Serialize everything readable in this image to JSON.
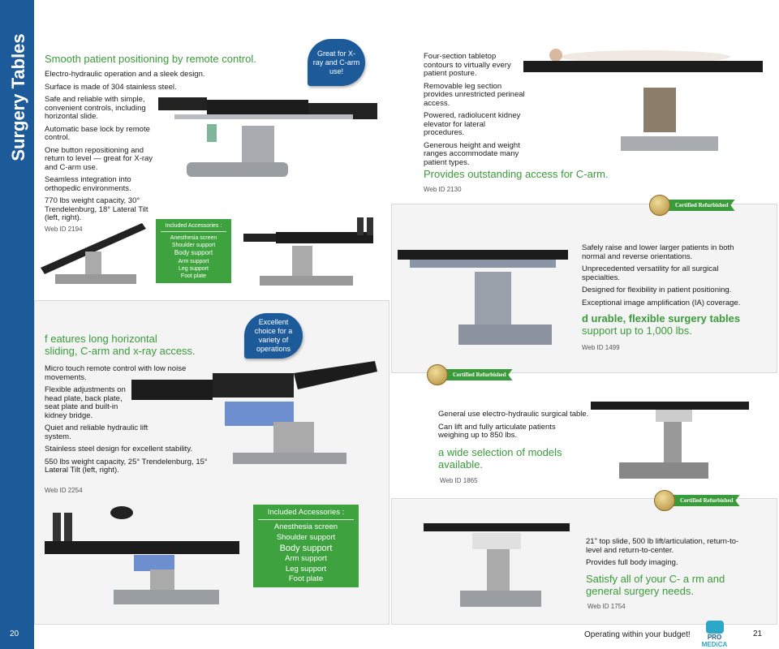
{
  "section_title": "Surgery Tables",
  "page_left": "20",
  "page_right": "21",
  "colors": {
    "brand_blue": "#1d5a9a",
    "accent_green": "#3a9b3a"
  },
  "p1": {
    "heading": "Smooth patient positioning by remote control.",
    "bullets": [
      "Electro-hydraulic operation and a sleek design.",
      "Surface is made of 304 stainless steel.",
      "Safe and reliable with simple, convenient controls, including horizontal slide.",
      "Automatic base lock by remote control.",
      "One button repositioning and return to level — great for X-ray and C-arm use.",
      "Seamless integration into orthopedic environments.",
      "770 lbs weight capacity, 30° Trendelenburg, 18° Lateral Tilt (left, right)."
    ],
    "web_id": "Web ID 2194",
    "bubble": "Great for X-ray and C-arm use!",
    "accessories": {
      "title": "Included Accessories   :",
      "items": [
        "Anesthesia screen",
        "Shoulder support",
        "Body support",
        "Arm support",
        "Leg support",
        "Foot plate"
      ]
    }
  },
  "p2": {
    "heading_line1": "f eatures long horizontal",
    "heading_line2": "sliding, C-arm and x-ray access.",
    "bullets": [
      "Micro touch remote control with low noise movements.",
      "Flexible adjustments on head plate, back plate, seat plate and built-in kidney bridge.",
      "Quiet and reliable hydraulic lift system.",
      "Stainless steel design for excellent stability.",
      "550 lbs weight capacity, 25° Trendelenburg, 15° Lateral Tilt (left, right)."
    ],
    "web_id": "Web ID 2254",
    "bubble": "Excellent choice for a variety of operations",
    "accessories": {
      "title": "Included Accessories   :",
      "items": [
        "Anesthesia screen",
        "Shoulder support",
        "Body support",
        "Arm support",
        "Leg support",
        "Foot plate"
      ]
    }
  },
  "p3": {
    "bullets": [
      "Four-section tabletop contours to virtually every patient posture.",
      "Removable leg section provides unrestricted perineal access.",
      "Powered, radiolucent kidney elevator for lateral procedures.",
      "Generous height and weight ranges accommodate many patient types."
    ],
    "heading": "Provides outstanding access for C-arm.",
    "web_id": "Web ID 2130"
  },
  "p4": {
    "badge": "Certified Refurbished",
    "bullets": [
      "Safely raise and lower larger patients in both normal and reverse orientations.",
      "Unprecedented versatility for all surgical specialties.",
      "Designed for flexibility in patient positioning.",
      "Exceptional image amplification (IA) coverage."
    ],
    "heading_line1": "d urable, flexible surgery tables",
    "heading_line2": "support up to 1,000 lbs.",
    "web_id": "Web ID 1499"
  },
  "p5": {
    "badge": "Certified Refurbished",
    "bullets": [
      "General use electro-hydraulic surgical table.",
      "Can lift and fully articulate patients weighing up to 850 lbs."
    ],
    "heading": "a  wide selection of models available.",
    "web_id": "Web ID 1865"
  },
  "p6": {
    "badge": "Certified Refurbished",
    "bullets": [
      " 21\" top slide, 500 lb lift/articulation, return-to-level and return-to-center.",
      "Provides full body imaging."
    ],
    "heading": "Satisfy all of your C-        a rm and general surgery needs.",
    "web_id": "Web ID 1754"
  },
  "footer": {
    "tagline": "Operating within your budget!",
    "logo_text_1": "PRO",
    "logo_text_2": "MEDiCA"
  }
}
